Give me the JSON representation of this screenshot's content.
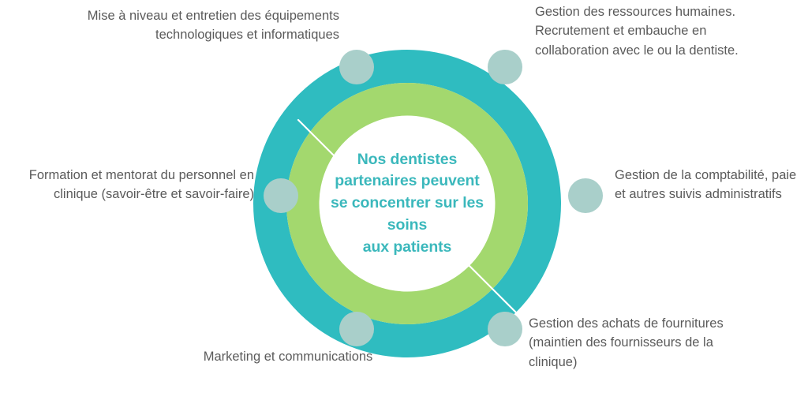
{
  "diagram": {
    "type": "donut-hub-and-spoke",
    "title_center": "Nos dentistes partenaires peuvent se concentrer sur les soins aux patients",
    "center": {
      "lines": [
        "Nos dentistes",
        "partenaires peuvent",
        "se concentrer sur les",
        "soins",
        "aux patients"
      ]
    },
    "colors": {
      "outer_ring": "#2FBCC0",
      "inner_ring": "#A3D86E",
      "node_dot": "#A9CFCA",
      "center_text": "#3BB8BC",
      "label_text": "#5A5A5A",
      "background": "#FFFFFF",
      "divider_line": "#FFFFFF"
    },
    "nodes": [
      {
        "id": "tech",
        "name": "technology-upgrade-node",
        "label": "Mise à niveau et entretien des équipements technologiques et informatiques",
        "align": "right"
      },
      {
        "id": "rh",
        "name": "human-resources-node",
        "label": "Gestion des ressources humaines. Recrutement et embauche en collaboration avec le ou la dentiste.",
        "align": "left"
      },
      {
        "id": "formation",
        "name": "training-mentorship-node",
        "label": "Formation et mentorat du personnel en clinique (savoir-être et savoir-faire)",
        "align": "right"
      },
      {
        "id": "compta",
        "name": "accounting-payroll-node",
        "label": "Gestion de la comptabilité, paie et autres suivis administratifs",
        "align": "left"
      },
      {
        "id": "marketing",
        "name": "marketing-communications-node",
        "label": "Marketing et communications",
        "align": "center"
      },
      {
        "id": "achats",
        "name": "supply-purchasing-node",
        "label": "Gestion des achats de fournitures (maintien des fournisseurs de la clinique)",
        "align": "left"
      }
    ]
  }
}
